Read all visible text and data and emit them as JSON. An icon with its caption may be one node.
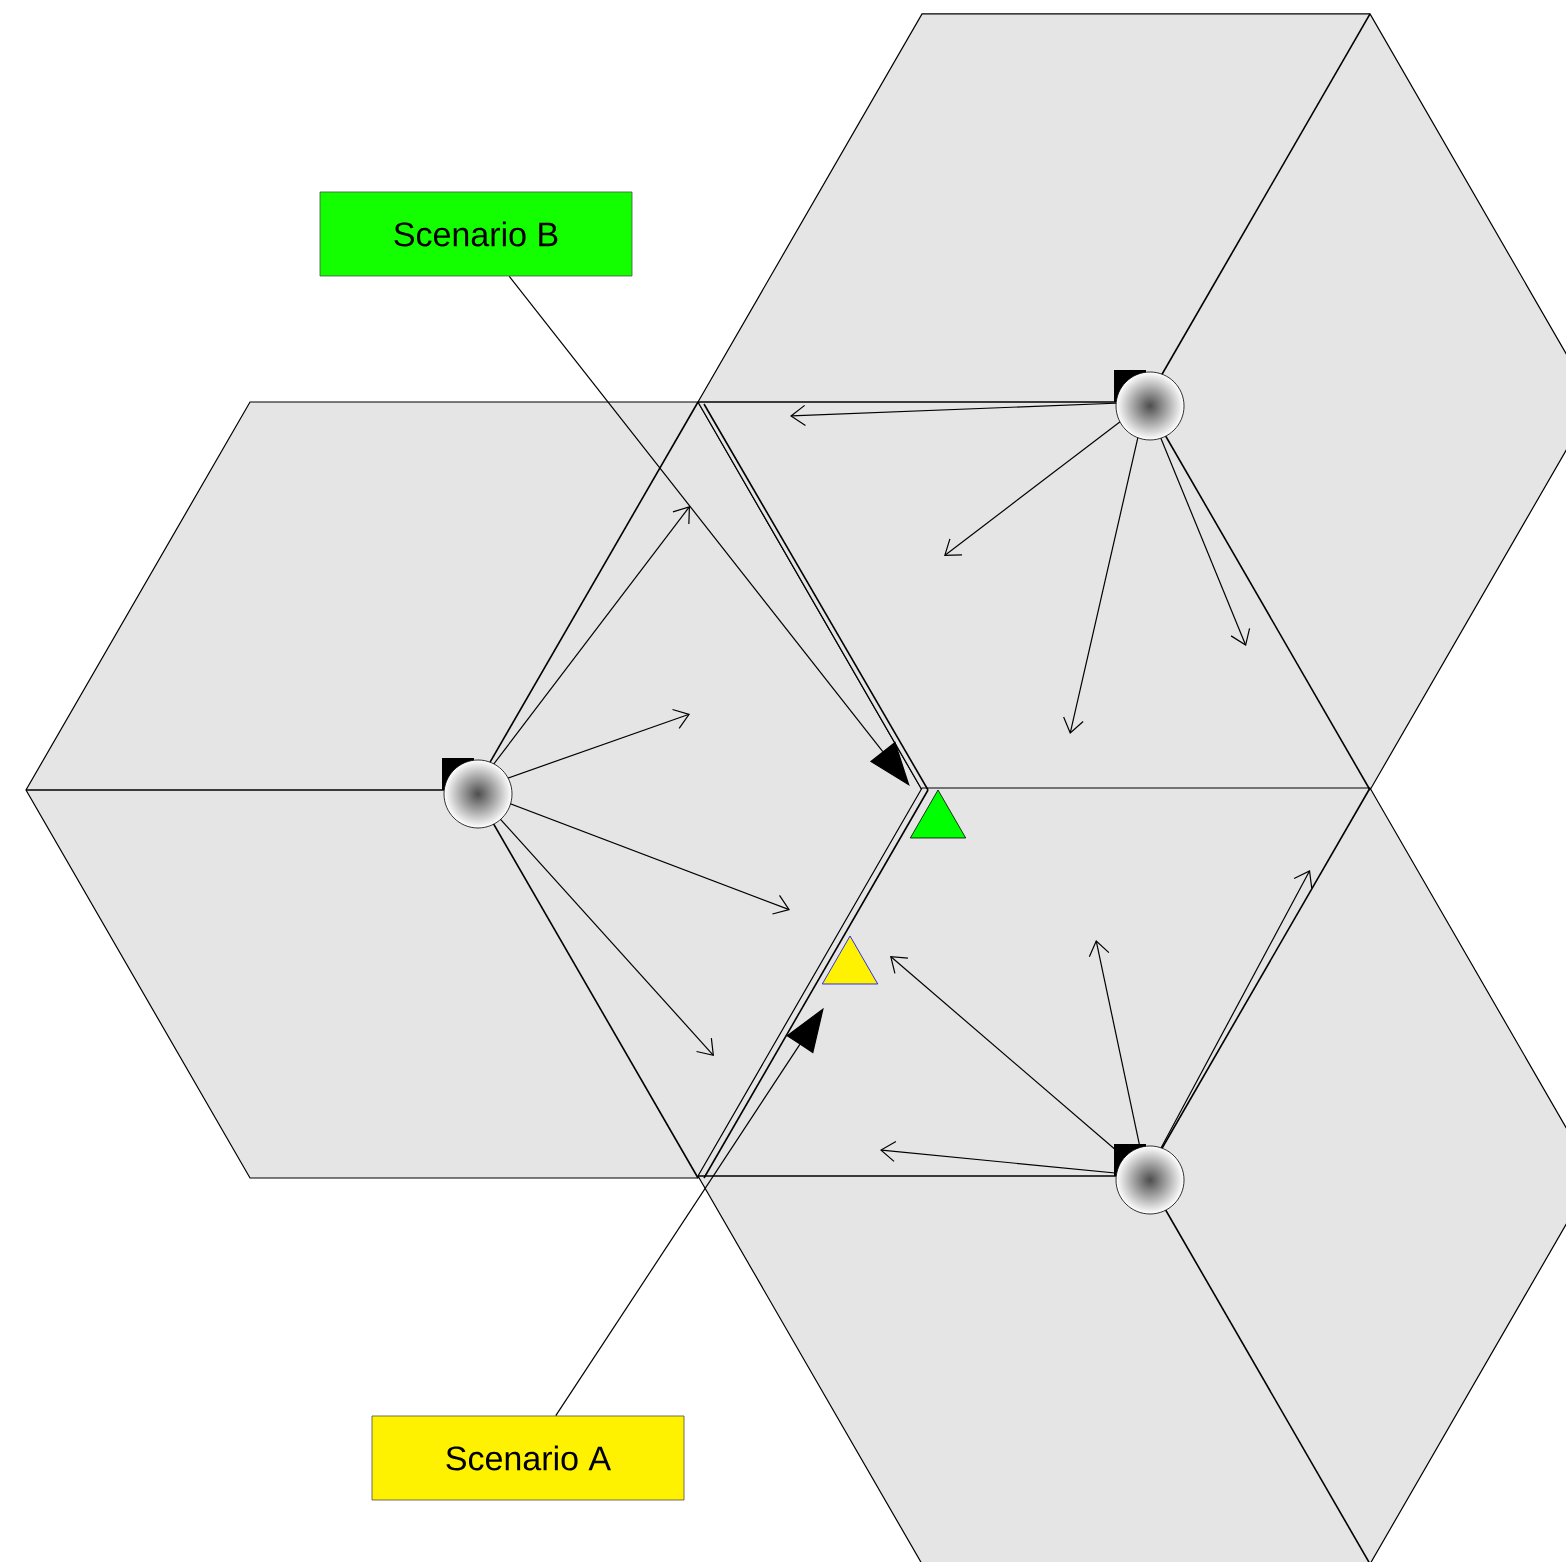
{
  "diagram": {
    "nodes": [
      {
        "text": [
          "Scenario B"
        ]
      },
      {
        "text": [
          "Scenario A"
        ]
      },
      {
        "text": [],
        "shape": "triangle"
      },
      {
        "text": [],
        "shape": "triangle"
      }
    ],
    "edges": [
      {
        "from": 0,
        "to": 2,
        "arrow": "to"
      },
      {
        "from": 1,
        "to": 3,
        "arrow": "to"
      }
    ]
  }
}
